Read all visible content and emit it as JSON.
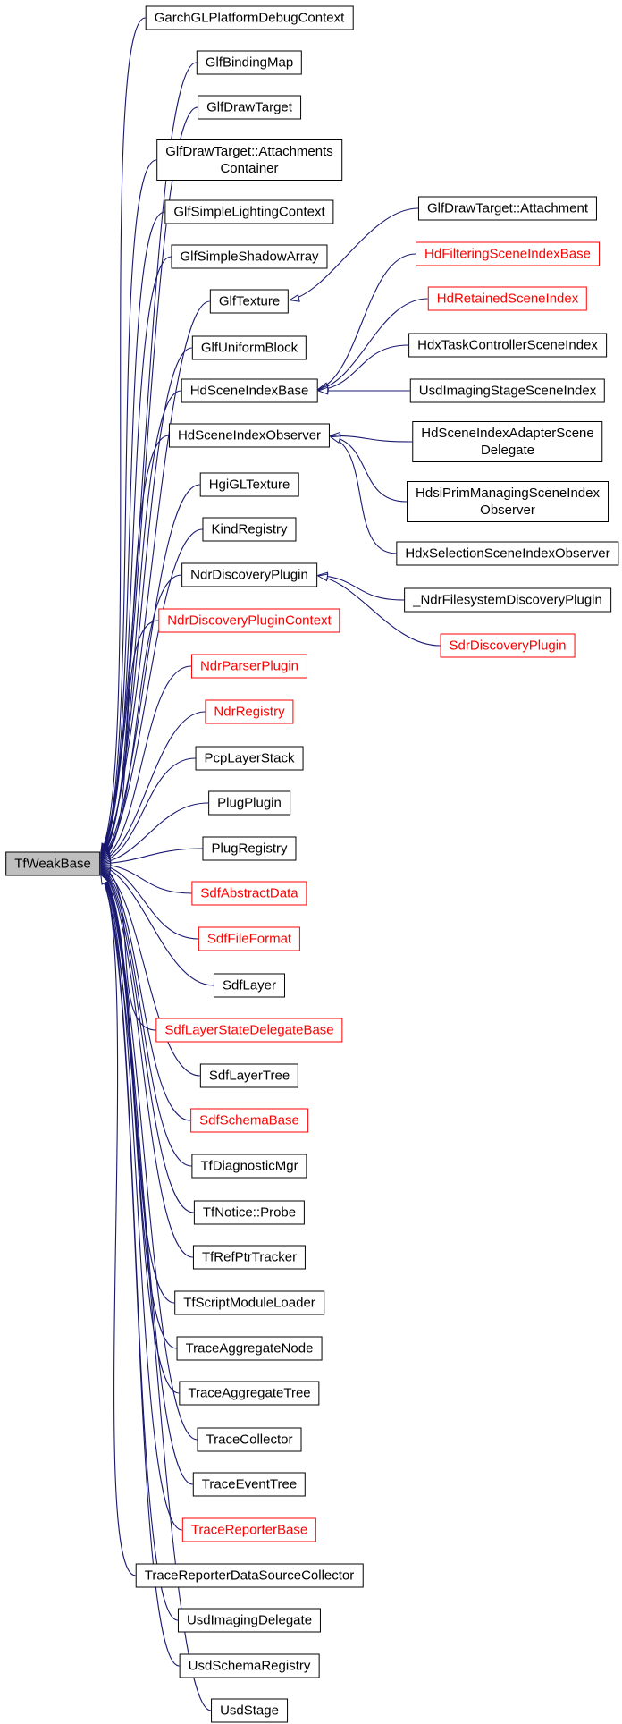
{
  "diagram": {
    "edge_color": "#191970",
    "red_color": "#ff0000",
    "base_fill": "#bfbfbf",
    "nodes": [
      {
        "id": "TfWeakBase",
        "label": "TfWeakBase",
        "base": true
      },
      {
        "id": "GarchGLPlatformDebugContext",
        "label": "GarchGLPlatformDebugContext",
        "parent": "TfWeakBase"
      },
      {
        "id": "GlfBindingMap",
        "label": "GlfBindingMap",
        "parent": "TfWeakBase"
      },
      {
        "id": "GlfDrawTarget",
        "label": "GlfDrawTarget",
        "parent": "TfWeakBase"
      },
      {
        "id": "GlfDrawTargetAttachmentsContainer",
        "label": "GlfDrawTarget::Attachments\nContainer",
        "parent": "TfWeakBase"
      },
      {
        "id": "GlfSimpleLightingContext",
        "label": "GlfSimpleLightingContext",
        "parent": "TfWeakBase"
      },
      {
        "id": "GlfSimpleShadowArray",
        "label": "GlfSimpleShadowArray",
        "parent": "TfWeakBase"
      },
      {
        "id": "GlfTexture",
        "label": "GlfTexture",
        "parent": "TfWeakBase"
      },
      {
        "id": "GlfUniformBlock",
        "label": "GlfUniformBlock",
        "parent": "TfWeakBase"
      },
      {
        "id": "HdSceneIndexBase",
        "label": "HdSceneIndexBase",
        "parent": "TfWeakBase"
      },
      {
        "id": "HdSceneIndexObserver",
        "label": "HdSceneIndexObserver",
        "parent": "TfWeakBase"
      },
      {
        "id": "HgiGLTexture",
        "label": "HgiGLTexture",
        "parent": "TfWeakBase"
      },
      {
        "id": "KindRegistry",
        "label": "KindRegistry",
        "parent": "TfWeakBase"
      },
      {
        "id": "NdrDiscoveryPlugin",
        "label": "NdrDiscoveryPlugin",
        "parent": "TfWeakBase"
      },
      {
        "id": "NdrDiscoveryPluginContext",
        "label": "NdrDiscoveryPluginContext",
        "parent": "TfWeakBase",
        "red": true
      },
      {
        "id": "NdrParserPlugin",
        "label": "NdrParserPlugin",
        "parent": "TfWeakBase",
        "red": true
      },
      {
        "id": "NdrRegistry",
        "label": "NdrRegistry",
        "parent": "TfWeakBase",
        "red": true
      },
      {
        "id": "PcpLayerStack",
        "label": "PcpLayerStack",
        "parent": "TfWeakBase"
      },
      {
        "id": "PlugPlugin",
        "label": "PlugPlugin",
        "parent": "TfWeakBase"
      },
      {
        "id": "PlugRegistry",
        "label": "PlugRegistry",
        "parent": "TfWeakBase"
      },
      {
        "id": "SdfAbstractData",
        "label": "SdfAbstractData",
        "parent": "TfWeakBase",
        "red": true
      },
      {
        "id": "SdfFileFormat",
        "label": "SdfFileFormat",
        "parent": "TfWeakBase",
        "red": true
      },
      {
        "id": "SdfLayer",
        "label": "SdfLayer",
        "parent": "TfWeakBase"
      },
      {
        "id": "SdfLayerStateDelegateBase",
        "label": "SdfLayerStateDelegateBase",
        "parent": "TfWeakBase",
        "red": true
      },
      {
        "id": "SdfLayerTree",
        "label": "SdfLayerTree",
        "parent": "TfWeakBase"
      },
      {
        "id": "SdfSchemaBase",
        "label": "SdfSchemaBase",
        "parent": "TfWeakBase",
        "red": true
      },
      {
        "id": "TfDiagnosticMgr",
        "label": "TfDiagnosticMgr",
        "parent": "TfWeakBase"
      },
      {
        "id": "TfNoticeProbe",
        "label": "TfNotice::Probe",
        "parent": "TfWeakBase"
      },
      {
        "id": "TfRefPtrTracker",
        "label": "TfRefPtrTracker",
        "parent": "TfWeakBase"
      },
      {
        "id": "TfScriptModuleLoader",
        "label": "TfScriptModuleLoader",
        "parent": "TfWeakBase"
      },
      {
        "id": "TraceAggregateNode",
        "label": "TraceAggregateNode",
        "parent": "TfWeakBase"
      },
      {
        "id": "TraceAggregateTree",
        "label": "TraceAggregateTree",
        "parent": "TfWeakBase"
      },
      {
        "id": "TraceCollector",
        "label": "TraceCollector",
        "parent": "TfWeakBase"
      },
      {
        "id": "TraceEventTree",
        "label": "TraceEventTree",
        "parent": "TfWeakBase"
      },
      {
        "id": "TraceReporterBase",
        "label": "TraceReporterBase",
        "parent": "TfWeakBase",
        "red": true
      },
      {
        "id": "TraceReporterDataSourceCollector",
        "label": "TraceReporterDataSourceCollector",
        "parent": "TfWeakBase"
      },
      {
        "id": "UsdImagingDelegate",
        "label": "UsdImagingDelegate",
        "parent": "TfWeakBase"
      },
      {
        "id": "UsdSchemaRegistry",
        "label": "UsdSchemaRegistry",
        "parent": "TfWeakBase"
      },
      {
        "id": "UsdStage",
        "label": "UsdStage",
        "parent": "TfWeakBase"
      },
      {
        "id": "GlfDrawTargetAttachment",
        "label": "GlfDrawTarget::Attachment",
        "parent": "GlfTexture"
      },
      {
        "id": "HdFilteringSceneIndexBase",
        "label": "HdFilteringSceneIndexBase",
        "parent": "HdSceneIndexBase",
        "red": true
      },
      {
        "id": "HdRetainedSceneIndex",
        "label": "HdRetainedSceneIndex",
        "parent": "HdSceneIndexBase",
        "red": true
      },
      {
        "id": "HdxTaskControllerSceneIndex",
        "label": "HdxTaskControllerSceneIndex",
        "parent": "HdSceneIndexBase"
      },
      {
        "id": "UsdImagingStageSceneIndex",
        "label": "UsdImagingStageSceneIndex",
        "parent": "HdSceneIndexBase"
      },
      {
        "id": "HdSceneIndexAdapterSceneDelegate",
        "label": "HdSceneIndexAdapterScene\nDelegate",
        "parent": "HdSceneIndexObserver"
      },
      {
        "id": "HdsiPrimManagingSceneIndexObserver",
        "label": "HdsiPrimManagingSceneIndex\nObserver",
        "parent": "HdSceneIndexObserver"
      },
      {
        "id": "HdxSelectionSceneIndexObserver",
        "label": "HdxSelectionSceneIndexObserver",
        "parent": "HdSceneIndexObserver"
      },
      {
        "id": "NdrFilesystemDiscoveryPlugin",
        "label": "_NdrFilesystemDiscoveryPlugin",
        "parent": "NdrDiscoveryPlugin"
      },
      {
        "id": "SdrDiscoveryPlugin",
        "label": "SdrDiscoveryPlugin",
        "parent": "NdrDiscoveryPlugin",
        "red": true
      }
    ]
  }
}
